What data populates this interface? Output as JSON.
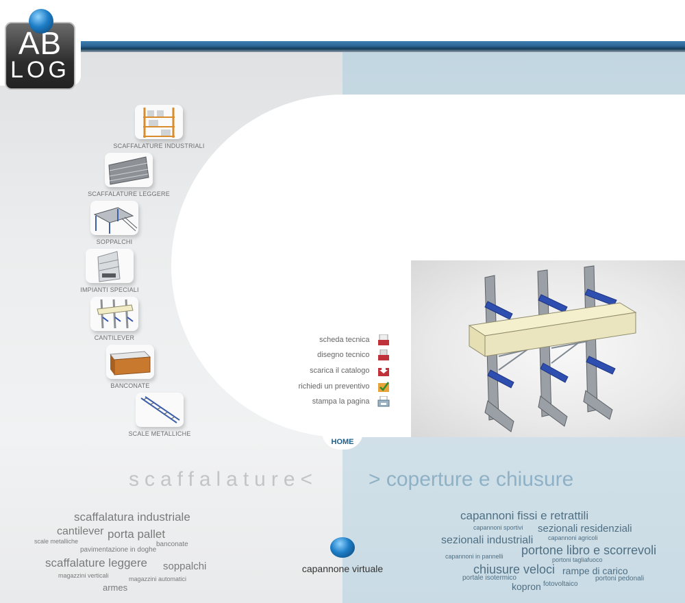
{
  "logo": {
    "line1": "AB",
    "line2": "LOG"
  },
  "nav": [
    {
      "label": "SCAFFALATURE INDUSTRIALI"
    },
    {
      "label": "SCAFFALATURE LEGGERE"
    },
    {
      "label": "SOPPALCHI"
    },
    {
      "label": "IMPIANTI SPECIALI"
    },
    {
      "label": "CANTILEVER"
    },
    {
      "label": "BANCONATE"
    },
    {
      "label": "SCALE METALLICHE"
    }
  ],
  "actions": [
    {
      "label": "scheda tecnica",
      "icon": "document-icon"
    },
    {
      "label": "disegno tecnico",
      "icon": "drawing-icon"
    },
    {
      "label": "scarica il catalogo",
      "icon": "download-icon"
    },
    {
      "label": "richiedi un preventivo",
      "icon": "quote-check-icon"
    },
    {
      "label": "stampa la pagina",
      "icon": "printer-icon"
    }
  ],
  "home": "HOME",
  "sections": {
    "left": "scaffalature<",
    "right": "> coperture e chiusure"
  },
  "left_tags": [
    "scaffalatura industriale",
    "cantilever",
    "porta pallet",
    "scale metalliche",
    "banconate",
    "pavimentazione in doghe",
    "scaffalature leggere",
    "soppalchi",
    "magazzini verticali",
    "magazzini automatici",
    "armes"
  ],
  "right_tags": [
    "capannoni fissi e retrattili",
    "capannoni sportivi",
    "sezionali residenziali",
    "capannoni agricoli",
    "sezionali industriali",
    "portone libro e scorrevoli",
    "capannoni in pannelli",
    "portoni tagliafuoco",
    "chiusure veloci",
    "rampe di carico",
    "portale isotermico",
    "portoni pedonali",
    "fotovoltaico",
    "kopron"
  ],
  "virtual": "capannone virtuale",
  "colors": {
    "accent": "#2b6394",
    "tag_left": "#7a7a7a",
    "tag_right": "#4f6f83",
    "icon_red": "#c0323a"
  }
}
